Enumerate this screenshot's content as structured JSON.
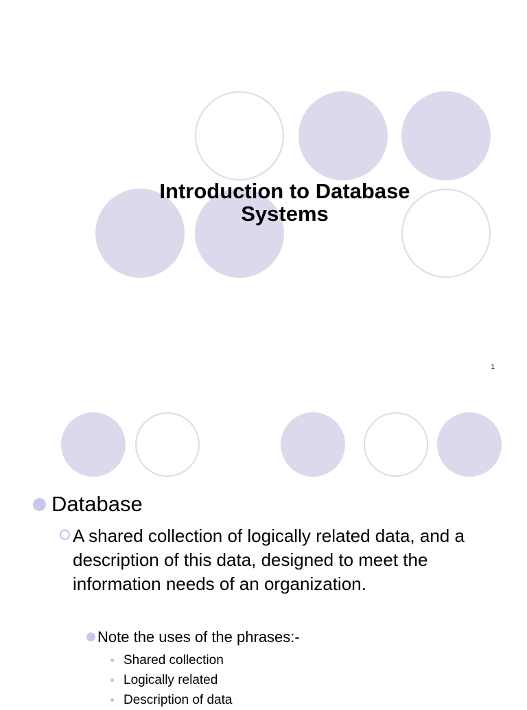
{
  "slide1": {
    "title_line1": "Introduction to Database",
    "title_line2": "Systems",
    "page_number": "1"
  },
  "slide2": {
    "heading": "Database",
    "definition": "A shared collection of logically related data, and a description of this data, designed to meet the information needs of an organization.",
    "note": "Note the uses of the phrases:-",
    "phrases": [
      "Shared collection",
      "Logically related",
      "Description of data"
    ]
  },
  "colors": {
    "circle_fill": "#dadaec",
    "bullet": "#c8c8ee"
  }
}
